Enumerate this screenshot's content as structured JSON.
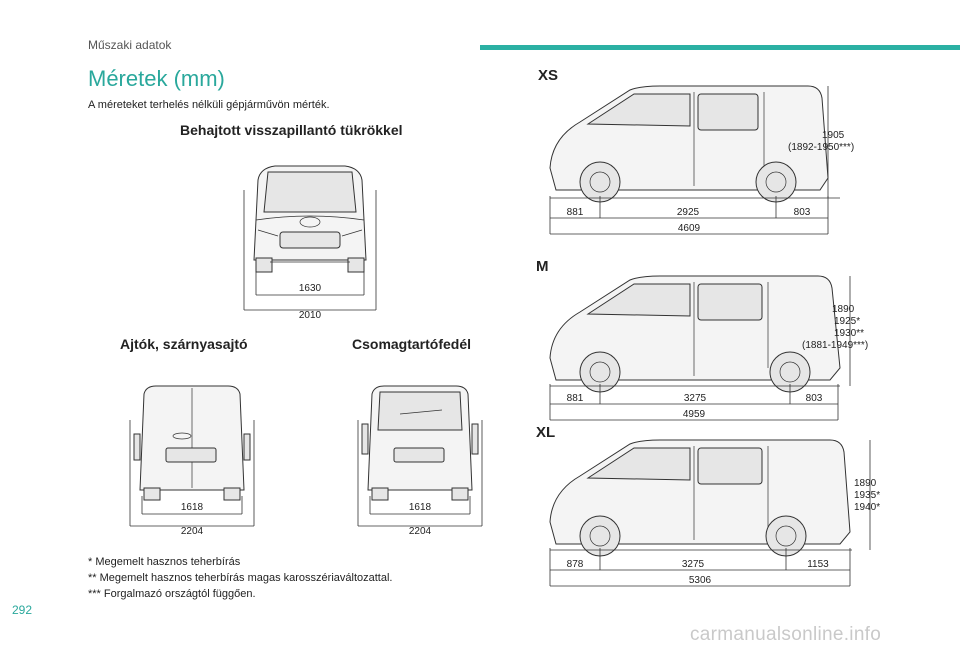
{
  "header": {
    "section": "Műszaki adatok",
    "accent_color": "#2bb0a3"
  },
  "title": "Méretek (mm)",
  "subtitle": "A méreteket terhelés nélküli gépjárművön mérték.",
  "front_view": {
    "heading": "Behajtott visszapillantó tükrökkel",
    "dim_inner": "1630",
    "dim_outer": "2010"
  },
  "rear_doors": {
    "heading": "Ajtók, szárnyasajtó",
    "dim_inner": "1618",
    "dim_outer": "2204"
  },
  "rear_tailgate": {
    "heading": "Csomagtartófedél",
    "dim_inner": "1618",
    "dim_outer": "2204"
  },
  "variants": {
    "xs": {
      "label": "XS",
      "height_lines": [
        "1905",
        "(1892-1950***)"
      ],
      "front": "881",
      "wheelbase": "2925",
      "rear": "803",
      "total": "4609"
    },
    "m": {
      "label": "M",
      "height_lines": [
        "1890",
        "1925*",
        "1930**",
        "(1881-1949***)"
      ],
      "front": "881",
      "wheelbase": "3275",
      "rear": "803",
      "total": "4959"
    },
    "xl": {
      "label": "XL",
      "height_lines": [
        "1890",
        "1935*",
        "1940**"
      ],
      "front": "878",
      "wheelbase": "3275",
      "rear": "1153",
      "total": "5306"
    }
  },
  "footnotes": [
    "* Megemelt hasznos teherbírás",
    "** Megemelt hasznos teherbírás magas karosszériaváltozattal.",
    "*** Forgalmazó országtól függően."
  ],
  "page_number": "292",
  "watermark": "carmanualsonline.info"
}
